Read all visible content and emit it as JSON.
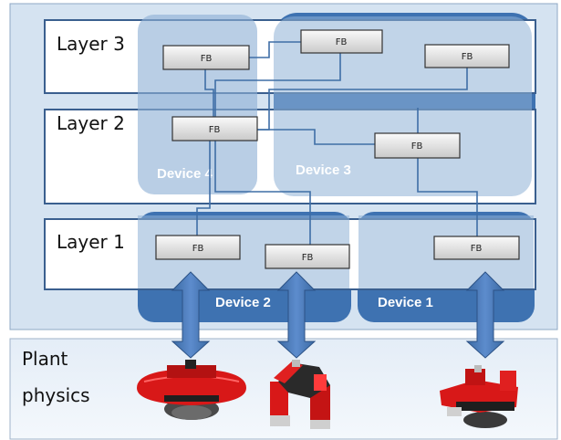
{
  "layers": {
    "layer3": "Layer 3",
    "layer2": "Layer 2",
    "layer1": "Layer 1"
  },
  "devices": {
    "device1": "Device 1",
    "device2": "Device 2",
    "device3": "Device 3",
    "device4": "Device 4"
  },
  "fb_label": "FB",
  "plant": {
    "line1": "Plant",
    "line2": "physics"
  },
  "colors": {
    "background_outer": "#d5e3f1",
    "device_solid": "#3e72b1",
    "device_light": "#9bbbdb",
    "plant_bg": "#e9f1fa",
    "machine_red": "#d81818"
  }
}
